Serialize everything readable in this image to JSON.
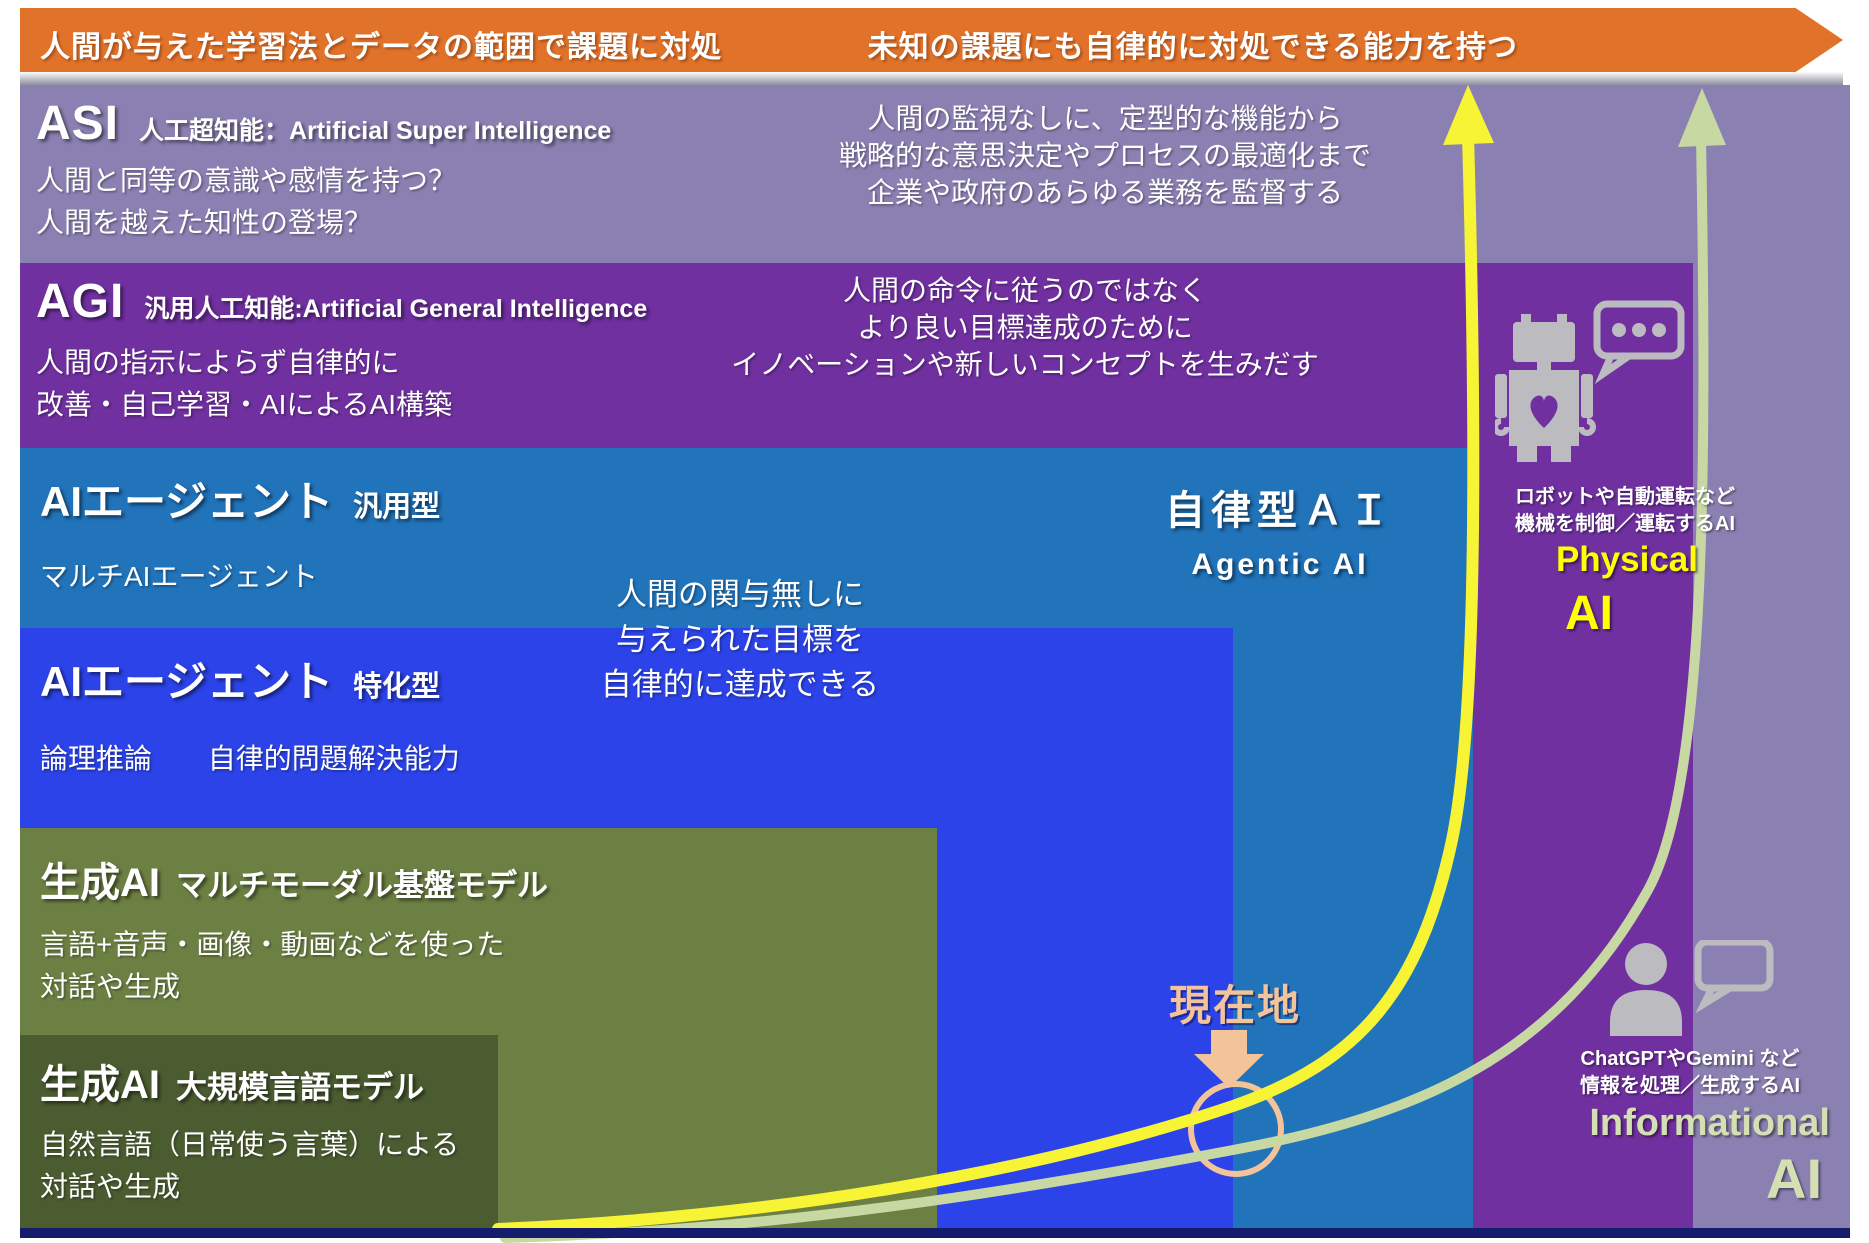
{
  "banner": {
    "left": "人間が与えた学習法とデータの範囲で課題に対処",
    "right": "未知の課題にも自律的に対処できる能力を持つ"
  },
  "bands": {
    "asi": {
      "code": "ASI",
      "subtitle": "人工超知能：Artificial Super Intelligence",
      "desc1": "人間と同等の意識や感情を持つ？",
      "desc2": "人間を越えた知性の登場？",
      "note1": "人間の監視なしに、定型的な機能から",
      "note2": "戦略的な意思決定やプロセスの最適化まで",
      "note3": "企業や政府のあらゆる業務を監督する"
    },
    "agi": {
      "code": "AGI",
      "subtitle": "汎用人工知能:Artificial General Intelligence",
      "desc1": "人間の指示によらず自律的に",
      "desc2": "改善・自己学習・AIによるAI構築",
      "note1": "人間の命令に従うのではなく",
      "note2": "より良い目標達成のために",
      "note3": "イノベーションや新しいコンセプトを生みだす"
    },
    "agent_general": {
      "title": "AIエージェント",
      "type": "汎用型",
      "desc": "マルチAIエージェント"
    },
    "agent_special": {
      "title": "AIエージェント",
      "type": "特化型",
      "desc1": "論理推論",
      "desc2": "自律的問題解決能力"
    },
    "gen_multimodal": {
      "title": "生成AI",
      "type": "マルチモーダル基盤モデル",
      "desc1": "言語+音声・画像・動画などを使った",
      "desc2": "対話や生成"
    },
    "gen_llm": {
      "title": "生成AI",
      "type": "大規模言語モデル",
      "desc1": "自然言語（日常使う言葉）による",
      "desc2": "対話や生成"
    }
  },
  "agentic": {
    "jp": "自律型ＡＩ",
    "en": "Agentic AI"
  },
  "middle_note": {
    "line1": "人間の関与無しに",
    "line2": "与えられた目標を",
    "line3": "自律的に達成できる"
  },
  "current_location": {
    "label": "現在地"
  },
  "physical_ai": {
    "caption1": "ロボットや自動運転など",
    "caption2": "機械を制御／運転するAI",
    "label_top": "Physical",
    "label_bottom": "AI"
  },
  "informational_ai": {
    "caption1": "ChatGPTやGemini など",
    "caption2": "情報を処理／生成するAI",
    "label_top": "Informational",
    "label_bottom": "AI"
  },
  "colors": {
    "banner-orange": "#e0722a",
    "asi-purple": "#8b80b2",
    "agi-purple": "#7030a0",
    "blue-general": "#2173ba",
    "blue-special": "#2b43e8",
    "olive-multi": "#6d8044",
    "olive-llm": "#4b5c31",
    "curve-yellow": "#f7f435",
    "curve-green": "#c7d8a3",
    "peach": "#f3c39a",
    "label-yellow": "#ffff00",
    "label-green": "#d4dfb4",
    "icon-gray": "#bcbcc0",
    "navy": "#141c6b"
  }
}
